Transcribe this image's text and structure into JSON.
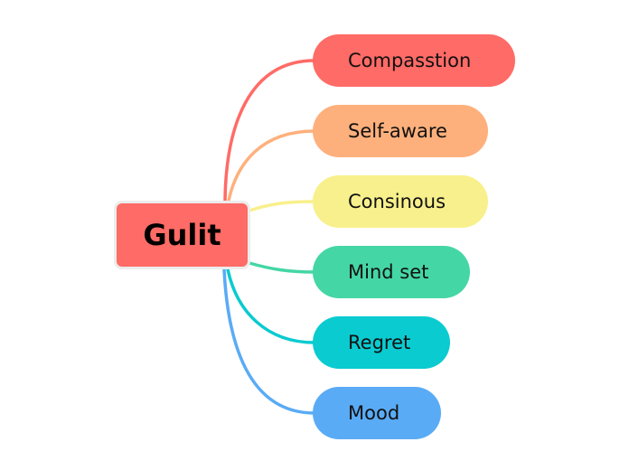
{
  "diagram": {
    "type": "mind-map",
    "root": {
      "label": "Gulit",
      "color": "#ff6b66",
      "border_color": "#ececec"
    },
    "branches": [
      {
        "label": "Compasstion",
        "color": "#ff6b66"
      },
      {
        "label": "Self-aware",
        "color": "#feb07c"
      },
      {
        "label": "Consinous",
        "color": "#f8f08c"
      },
      {
        "label": "Mind set",
        "color": "#45d6a6"
      },
      {
        "label": "Regret",
        "color": "#0acbd0"
      },
      {
        "label": "Mood",
        "color": "#5aabf5"
      }
    ]
  }
}
